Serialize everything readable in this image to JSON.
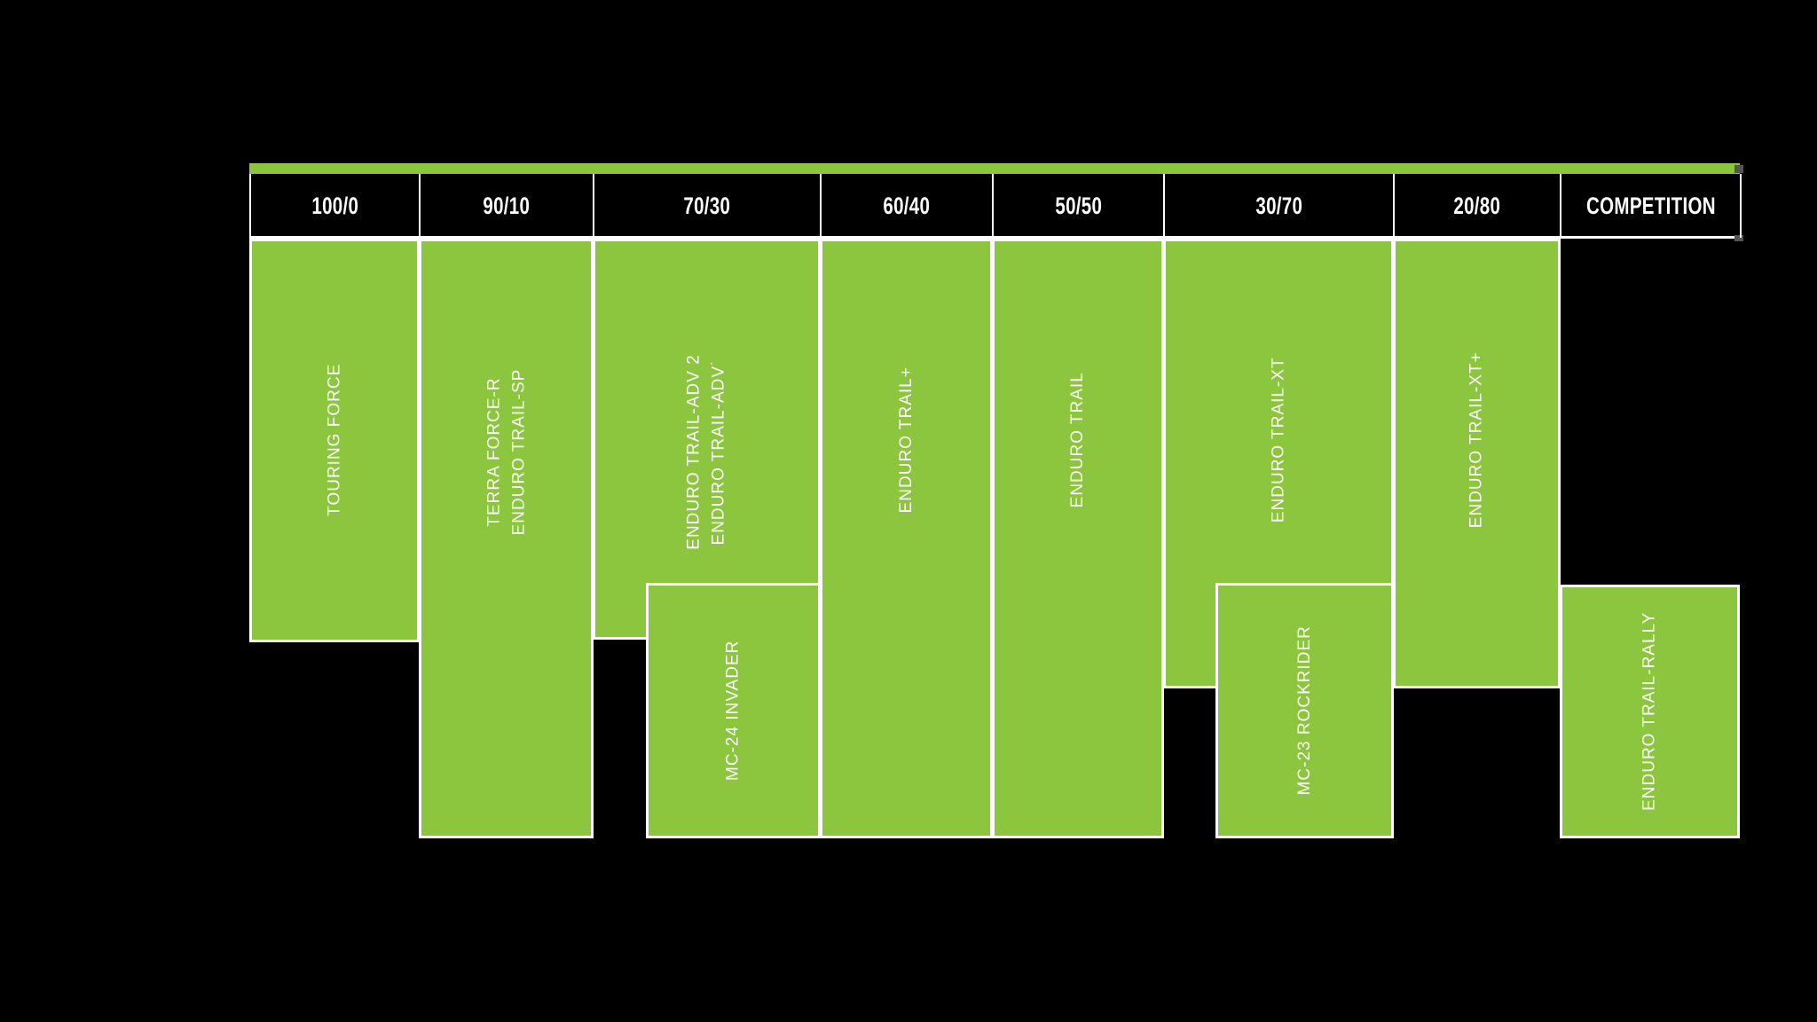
{
  "chart_data": {
    "type": "bar",
    "title": "",
    "xlabel": "",
    "ylabel": "",
    "grid": false,
    "legend": "none",
    "accent_color": "#8cc63e",
    "background_color": "#000000",
    "line_color": "#ffffff",
    "categories": [
      "100/0",
      "90/10",
      "70/30",
      "60/40",
      "50/50",
      "30/70",
      "20/80",
      "COMPETITION"
    ],
    "series": [
      {
        "name": "TOURING FORCE",
        "labels": [
          "TOURING FORCE"
        ],
        "col_start": 0,
        "col_end": 0,
        "top": 0.0,
        "bottom": 0.51
      },
      {
        "name": "TERRA FORCE-R / ENDURO TRAIL-SP",
        "labels": [
          "TERRA FORCE-R",
          "ENDURO TRAIL-SP"
        ],
        "col_start": 1,
        "col_end": 1,
        "top": 0.0,
        "bottom": 1.0
      },
      {
        "name": "ENDURO TRAIL-ADV 2 / ENDURO TRAIL-ADV*",
        "labels": [
          "ENDURO TRAIL-ADV 2",
          "ENDURO TRAIL-ADV˙"
        ],
        "col_start": 2,
        "col_end": 2,
        "top": 0.0,
        "bottom": 0.515
      },
      {
        "name": "MC-24 INVADER",
        "labels": [
          "MC-24 INVADER"
        ],
        "col_start": 2,
        "col_end": 3,
        "top": 0.455,
        "bottom": 1.0
      },
      {
        "name": "ENDURO TRAIL+",
        "labels": [
          "ENDURO TRAIL+"
        ],
        "col_start": 3,
        "col_end": 3,
        "top": 0.0,
        "bottom": 1.0
      },
      {
        "name": "ENDURO TRAIL",
        "labels": [
          "ENDURO TRAIL"
        ],
        "col_start": 4,
        "col_end": 4,
        "top": 0.0,
        "bottom": 1.0
      },
      {
        "name": "ENDURO TRAIL-XT",
        "labels": [
          "ENDURO TRAIL-XT"
        ],
        "col_start": 5,
        "col_end": 5,
        "top": 0.0,
        "bottom": 0.575
      },
      {
        "name": "MC-23 ROCKRIDER",
        "labels": [
          "MC-23 ROCKRIDER"
        ],
        "col_start": 5,
        "col_end": 6,
        "top": 0.455,
        "bottom": 1.0
      },
      {
        "name": "ENDURO TRAIL-XT+",
        "labels": [
          "ENDURO TRAIL-XT+"
        ],
        "col_start": 6,
        "col_end": 6,
        "top": 0.0,
        "bottom": 0.575
      },
      {
        "name": "ENDURO TRAIL-RALLY",
        "labels": [
          "ENDURO TRAIL-RALLY"
        ],
        "col_start": 7,
        "col_end": 7,
        "top": 0.44,
        "bottom": 1.0
      }
    ]
  },
  "header": {
    "cells": [
      {
        "label": "100/0"
      },
      {
        "label": "90/10"
      },
      {
        "label": "70/30"
      },
      {
        "label": "60/40"
      },
      {
        "label": "50/50"
      },
      {
        "label": "30/70"
      },
      {
        "label": "20/80"
      },
      {
        "label": "COMPETITION"
      }
    ]
  },
  "blocks": [
    {
      "labels": [
        "TOURING FORCE"
      ]
    },
    {
      "labels": [
        "TERRA FORCE-R",
        "ENDURO TRAIL-SP"
      ]
    },
    {
      "labels": [
        "ENDURO TRAIL-ADV 2",
        "ENDURO TRAIL-ADV˙"
      ]
    },
    {
      "labels": [
        "MC-24 INVADER"
      ]
    },
    {
      "labels": [
        "ENDURO TRAIL+"
      ]
    },
    {
      "labels": [
        "ENDURO TRAIL"
      ]
    },
    {
      "labels": [
        "ENDURO TRAIL-XT"
      ]
    },
    {
      "labels": [
        "MC-23 ROCKRIDER"
      ]
    },
    {
      "labels": [
        "ENDURO TRAIL-XT+"
      ]
    },
    {
      "labels": [
        "ENDURO TRAIL-RALLY"
      ]
    }
  ]
}
